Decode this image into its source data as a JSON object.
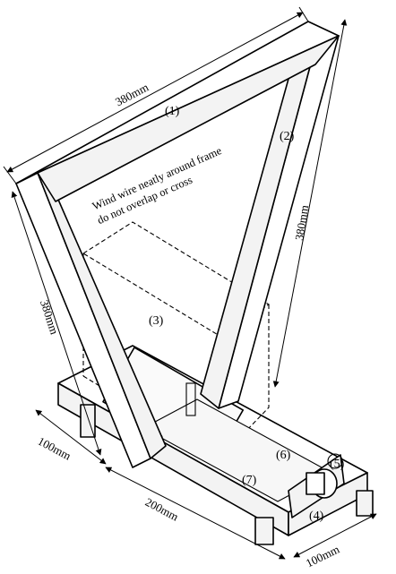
{
  "dimensions": {
    "top_bar": "380mm",
    "right_arm": "380mm",
    "left_arm": "380mm",
    "base_width": "100mm",
    "base_length": "200mm",
    "base_end_width": "100mm"
  },
  "parts": {
    "p1": "(1)",
    "p2": "(2)",
    "p3": "(3)",
    "p4": "(4)",
    "p5": "(5)",
    "p6": "(6)",
    "p7": "(7)"
  },
  "note": {
    "line1": "Wind wire neatly around frame",
    "line2": "do not overlap or cross"
  }
}
